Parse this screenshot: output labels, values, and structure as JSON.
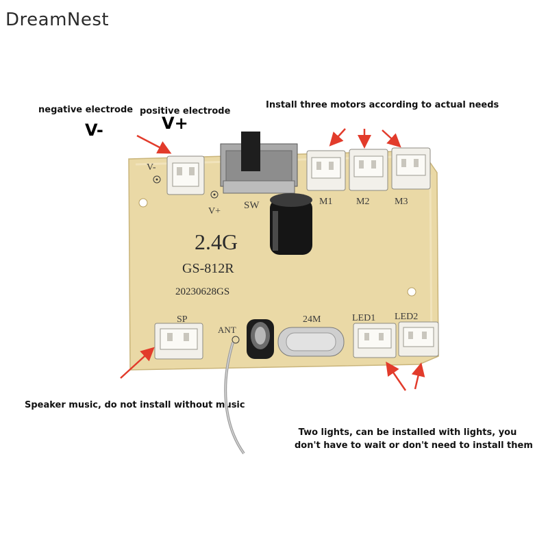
{
  "watermark": "DreamNest",
  "captions": {
    "negative": "negative electrode",
    "positive": "positive electrode",
    "v_minus": "V-",
    "v_plus": "V+",
    "motors": "Install three motors according to actual needs",
    "speaker": "Speaker music, do not install without music",
    "lights_line1": "Two lights, can be installed with lights, you",
    "lights_line2": "don't have to wait or don't need to install them"
  },
  "board": {
    "model_freq": "2.4G",
    "model_name": "GS-812R",
    "date_code": "20230628GS",
    "pin_vminus": "V-",
    "pin_vplus": "V+",
    "switch": "SW",
    "m1": "M1",
    "m2": "M2",
    "m3": "M3",
    "speaker": "SP",
    "antenna": "ANT",
    "crystal": "24M",
    "led1": "LED1",
    "led2": "LED2"
  },
  "colors": {
    "board": "#ead9a6",
    "arrow": "#e23b2b",
    "connector": "#f2f0ea"
  }
}
